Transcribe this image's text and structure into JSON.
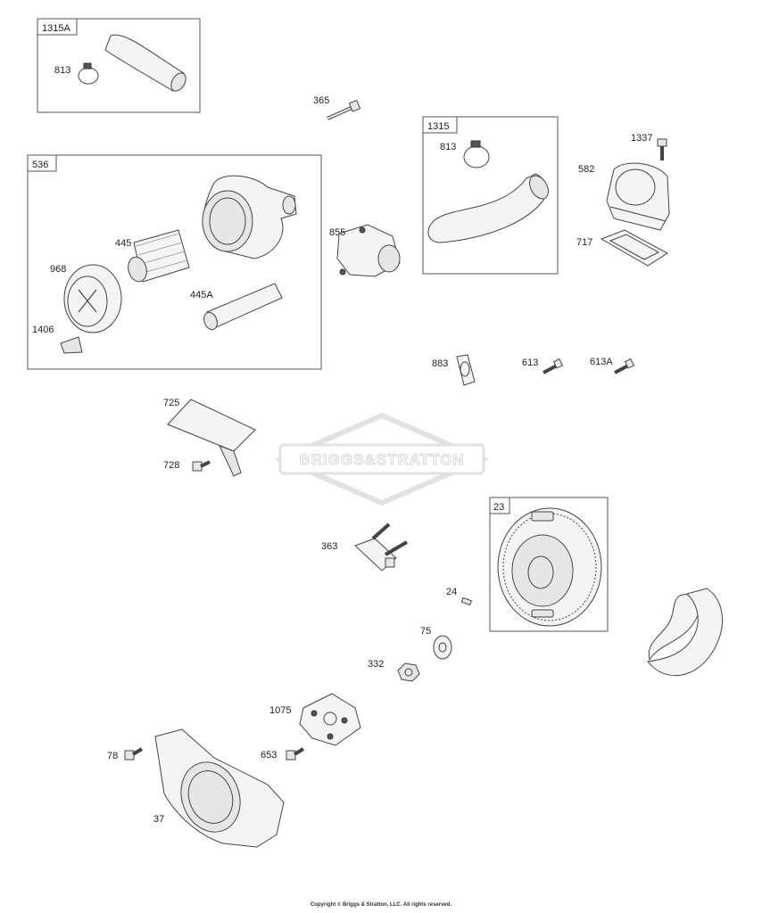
{
  "watermark": {
    "brand": "BRIGGS&STRATTON"
  },
  "groups": [
    {
      "tag": "1315A"
    },
    {
      "tag": "536"
    },
    {
      "tag": "1315"
    },
    {
      "tag": "23"
    }
  ],
  "parts": [
    "813",
    "365",
    "813",
    "1337",
    "582",
    "717",
    "445",
    "968",
    "445A",
    "1406",
    "855",
    "883",
    "613",
    "613A",
    "725",
    "728",
    "363",
    "24",
    "75",
    "332",
    "1075",
    "78",
    "653",
    "37"
  ],
  "footer": {
    "copyright": "Copyright © Briggs & Stratton, LLC. All rights reserved."
  }
}
